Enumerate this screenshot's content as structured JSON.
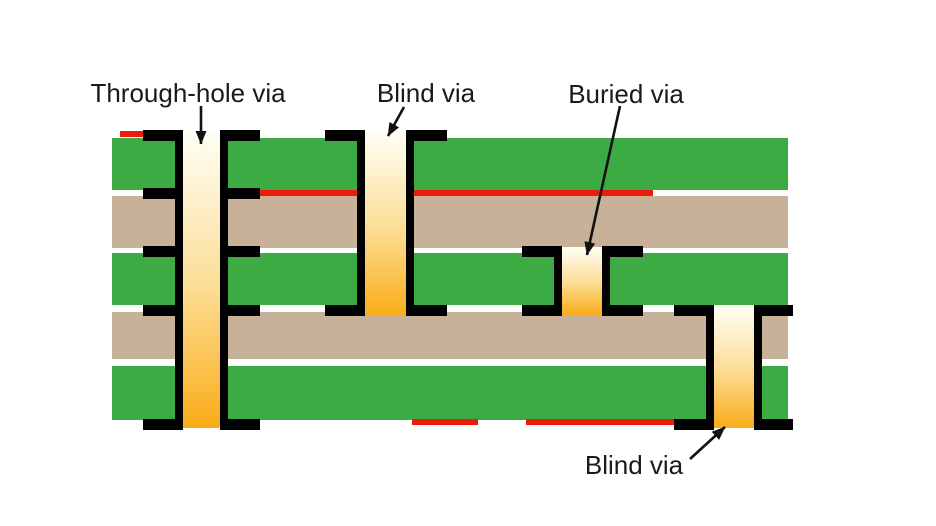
{
  "labels": {
    "through_hole": "Through-hole via",
    "blind_top": "Blind via",
    "buried": "Buried via",
    "blind_bottom": "Blind via"
  },
  "colors": {
    "copper_layer_green": "#3CAB43",
    "substrate_tan": "#C7B299",
    "trace_red": "#ED1B0C",
    "via_fill_top": "#FFFEF6",
    "via_fill_bottom": "#FAAC18",
    "pad_black": "#000000",
    "background": "#FFFFFF",
    "text": "#1A1A1A"
  }
}
